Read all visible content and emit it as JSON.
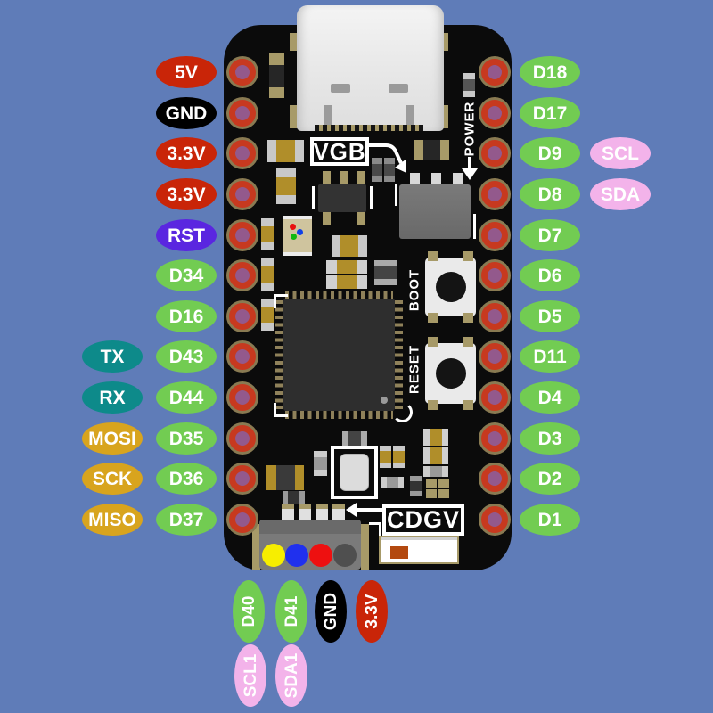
{
  "colors": {
    "background": "#5f7cb8",
    "board": "#0b0b0b",
    "pin_types": {
      "gpio": "#72cc52",
      "power": "#c92508",
      "ground": "#000000",
      "reset": "#5a26e0",
      "uart": "#0d8a8a",
      "spi": "#d8a41e",
      "i2c": "#f3b3ea"
    },
    "hole_ring": "#c7391f",
    "hole_center": "#93598c"
  },
  "silkscreen": {
    "vgb": "VGB",
    "cdgv": "CDGV",
    "power": "POWER",
    "boot": "BOOT",
    "reset": "RESET"
  },
  "pins": {
    "left": [
      {
        "label": "5V",
        "type": "power"
      },
      {
        "label": "GND",
        "type": "ground"
      },
      {
        "label": "3.3V",
        "type": "power"
      },
      {
        "label": "3.3V",
        "type": "power"
      },
      {
        "label": "RST",
        "type": "reset"
      },
      {
        "label": "D34",
        "type": "gpio"
      },
      {
        "label": "D16",
        "type": "gpio"
      },
      {
        "label": "D43",
        "type": "gpio",
        "alt": {
          "label": "TX",
          "type": "uart"
        }
      },
      {
        "label": "D44",
        "type": "gpio",
        "alt": {
          "label": "RX",
          "type": "uart"
        }
      },
      {
        "label": "D35",
        "type": "gpio",
        "alt": {
          "label": "MOSI",
          "type": "spi"
        }
      },
      {
        "label": "D36",
        "type": "gpio",
        "alt": {
          "label": "SCK",
          "type": "spi"
        }
      },
      {
        "label": "D37",
        "type": "gpio",
        "alt": {
          "label": "MISO",
          "type": "spi"
        }
      }
    ],
    "right": [
      {
        "label": "D18",
        "type": "gpio"
      },
      {
        "label": "D17",
        "type": "gpio"
      },
      {
        "label": "D9",
        "type": "gpio",
        "alt": {
          "label": "SCL",
          "type": "i2c"
        }
      },
      {
        "label": "D8",
        "type": "gpio",
        "alt": {
          "label": "SDA",
          "type": "i2c"
        }
      },
      {
        "label": "D7",
        "type": "gpio"
      },
      {
        "label": "D6",
        "type": "gpio"
      },
      {
        "label": "D5",
        "type": "gpio"
      },
      {
        "label": "D11",
        "type": "gpio"
      },
      {
        "label": "D4",
        "type": "gpio"
      },
      {
        "label": "D3",
        "type": "gpio"
      },
      {
        "label": "D2",
        "type": "gpio"
      },
      {
        "label": "D1",
        "type": "gpio"
      }
    ],
    "bottom": [
      {
        "label": "D40",
        "type": "gpio",
        "alt": {
          "label": "SCL1",
          "type": "i2c"
        }
      },
      {
        "label": "D41",
        "type": "gpio",
        "alt": {
          "label": "SDA1",
          "type": "i2c"
        }
      },
      {
        "label": "GND",
        "type": "ground"
      },
      {
        "label": "3.3V",
        "type": "power"
      }
    ]
  },
  "jst_dot_colors": [
    "#f7ee00",
    "#2030ee",
    "#ee1010",
    "#4f4f4f"
  ],
  "rgb_led_colors": [
    "#e81010",
    "#1040e8",
    "#10b810"
  ]
}
